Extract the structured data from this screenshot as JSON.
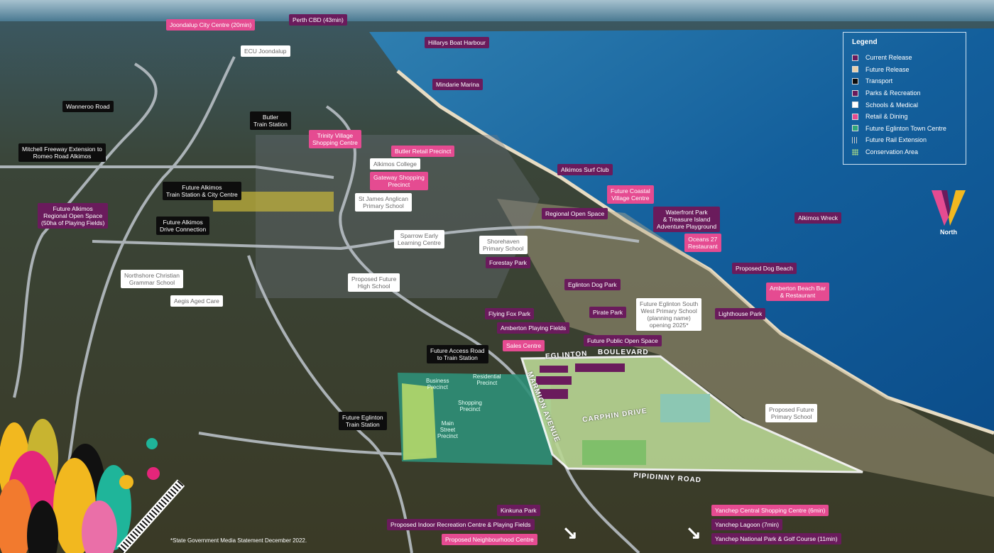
{
  "legend": {
    "title": "Legend",
    "items": [
      {
        "label": "Current Release",
        "color": "#6a1b5c"
      },
      {
        "label": "Future Release",
        "color": "#e8cfa8"
      },
      {
        "label": "Transport",
        "color": "#0d0d0d"
      },
      {
        "label": "Parks & Recreation",
        "color": "#6a1b5c"
      },
      {
        "label": "Schools & Medical",
        "color": "#ffffff"
      },
      {
        "label": "Retail & Dining",
        "color": "#e54b91"
      },
      {
        "label": "Future Eglinton Town Centre",
        "color": "#2fa67a"
      },
      {
        "label": "Future Rail Extension",
        "color": "none"
      },
      {
        "label": "Conservation Area",
        "color": "none"
      }
    ]
  },
  "labels": [
    "Joondalup City Centre (20min)",
    "Perth CBD (43min)",
    "ECU Joondalup",
    "Hillarys Boat Harbour",
    "Mindarie Marina",
    "Wanneroo Road",
    "Butler\nTrain Station",
    "Trinity Village\nShopping Centre",
    "Butler Retail Precinct",
    "Alkimos College",
    "Alkimos Surf Club",
    "Gateway Shopping\nPrecinct",
    "St James Anglican\nPrimary School",
    "Mitchell Freeway Extension to\nRomeo Road Alkimos",
    "Future Alkimos\nTrain Station & City Centre",
    "Future Alkimos\nRegional Open Space\n(50ha of Playing Fields)",
    "Future Alkimos\nDrive Connection",
    "Future Coastal\nVillage Centre",
    "Regional Open Space",
    "Waterfront Park\n& Treasure Island\nAdventure Playground",
    "Alkimos Wreck",
    "Oceans 27\nRestaurant",
    "Sparrow Early\nLearning Centre",
    "Shorehaven\nPrimary School",
    "Forestay Park",
    "Northshore Christian\nGrammar School",
    "Aegis Aged Care",
    "Proposed Future\nHigh School",
    "Proposed Dog Beach",
    "Eglinton Dog Park",
    "Amberton Beach Bar\n& Restaurant",
    "Future Eglinton South\nWest Primary School\n(planning name)\nopening 2025*",
    "Flying Fox Park",
    "Pirate Park",
    "Lighthouse Park",
    "Amberton Playing Fields",
    "Future Public Open Space",
    "Sales Centre",
    "Future Access Road\nto Train Station",
    "Future Eglinton\nTrain Station",
    "Proposed Future\nPrimary School",
    "Kinkuna Park",
    "Proposed Indoor Recreation Centre & Playing Fields",
    "Proposed Neighbourhood Centre",
    "Yanchep Central Shopping Centre (6min)",
    "Yanchep Lagoon (7min)",
    "Yanchep National Park & Golf Course (11min)"
  ],
  "roads": {
    "eglinton": "EGLINTON",
    "boulevard": "BOULEVARD",
    "marmion": "MARMION AVENUE",
    "carphin": "CARPHIN DRIVE",
    "pipidinny": "PIPIDINNY ROAD"
  },
  "precincts": {
    "business": "Business\nPrecinct",
    "residential": "Residential\nPrecinct",
    "shopping": "Shopping\nPrecinct",
    "main_street": "Main\nStreet\nPrecinct"
  },
  "north_label": "North",
  "footnote": "*State Government Media Statement December 2022."
}
